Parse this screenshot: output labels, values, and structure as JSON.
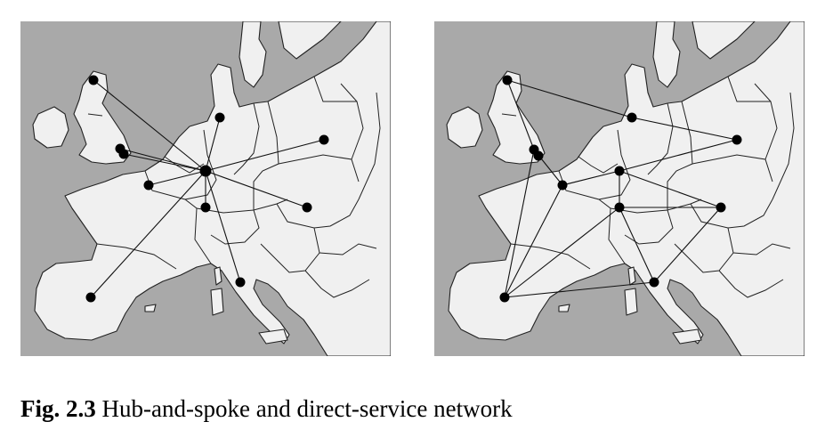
{
  "caption": {
    "figure_number": "Fig. 2.3",
    "text": "Hub-and-spoke and direct-service network"
  },
  "colors": {
    "sea": "#a9a9a9",
    "land": "#f0f0f0",
    "border": "#222222",
    "route": "#111111",
    "node": "#000000"
  },
  "networks": [
    {
      "panel": "left",
      "type": "hub-and-spoke"
    },
    {
      "panel": "right",
      "type": "direct-service"
    }
  ]
}
